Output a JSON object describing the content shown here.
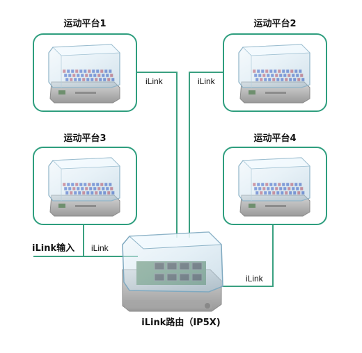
{
  "platforms": [
    {
      "title": "运动平台1"
    },
    {
      "title": "运动平台2"
    },
    {
      "title": "运动平台3"
    },
    {
      "title": "运动平台4"
    }
  ],
  "links": {
    "link1": "iLink",
    "link2": "iLink",
    "link3": "iLink",
    "link4": "iLink"
  },
  "input_label": "iLink输入",
  "router_label": "iLink路由（IP5X)",
  "colors": {
    "frame": "#2e9e7e",
    "line": "#3aa080",
    "cover": "#d4e8f2",
    "base": "#b9b9b9",
    "key_blue": "#3a5cc8",
    "key_red": "#c84a5a"
  }
}
